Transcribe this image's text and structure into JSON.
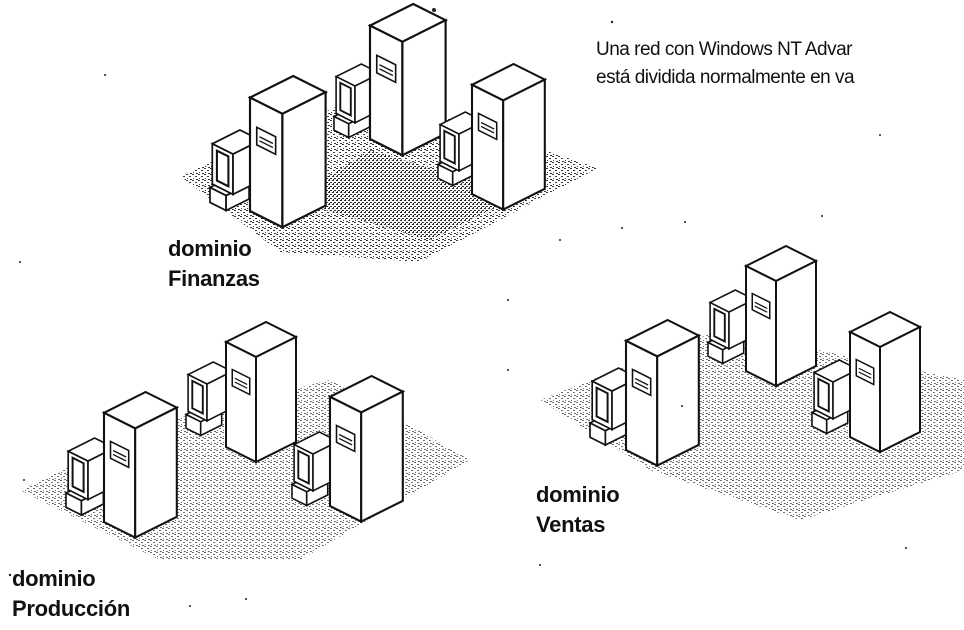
{
  "caption": {
    "line1": "Una red con Windows NT Advar",
    "line2": "está dividida normalmente en va"
  },
  "domains": [
    {
      "id": "finanzas",
      "line1": "dominio",
      "line2": "Finanzas"
    },
    {
      "id": "produccion",
      "line1": "dominio",
      "line2": "Producción"
    },
    {
      "id": "ventas",
      "line1": "dominio",
      "line2": "Ventas"
    }
  ],
  "colors": {
    "ink": "#111111",
    "background": "#ffffff",
    "device_fill": "#f7f7f7"
  },
  "icons": [
    "computer-monitor-icon",
    "server-tower-icon"
  ]
}
